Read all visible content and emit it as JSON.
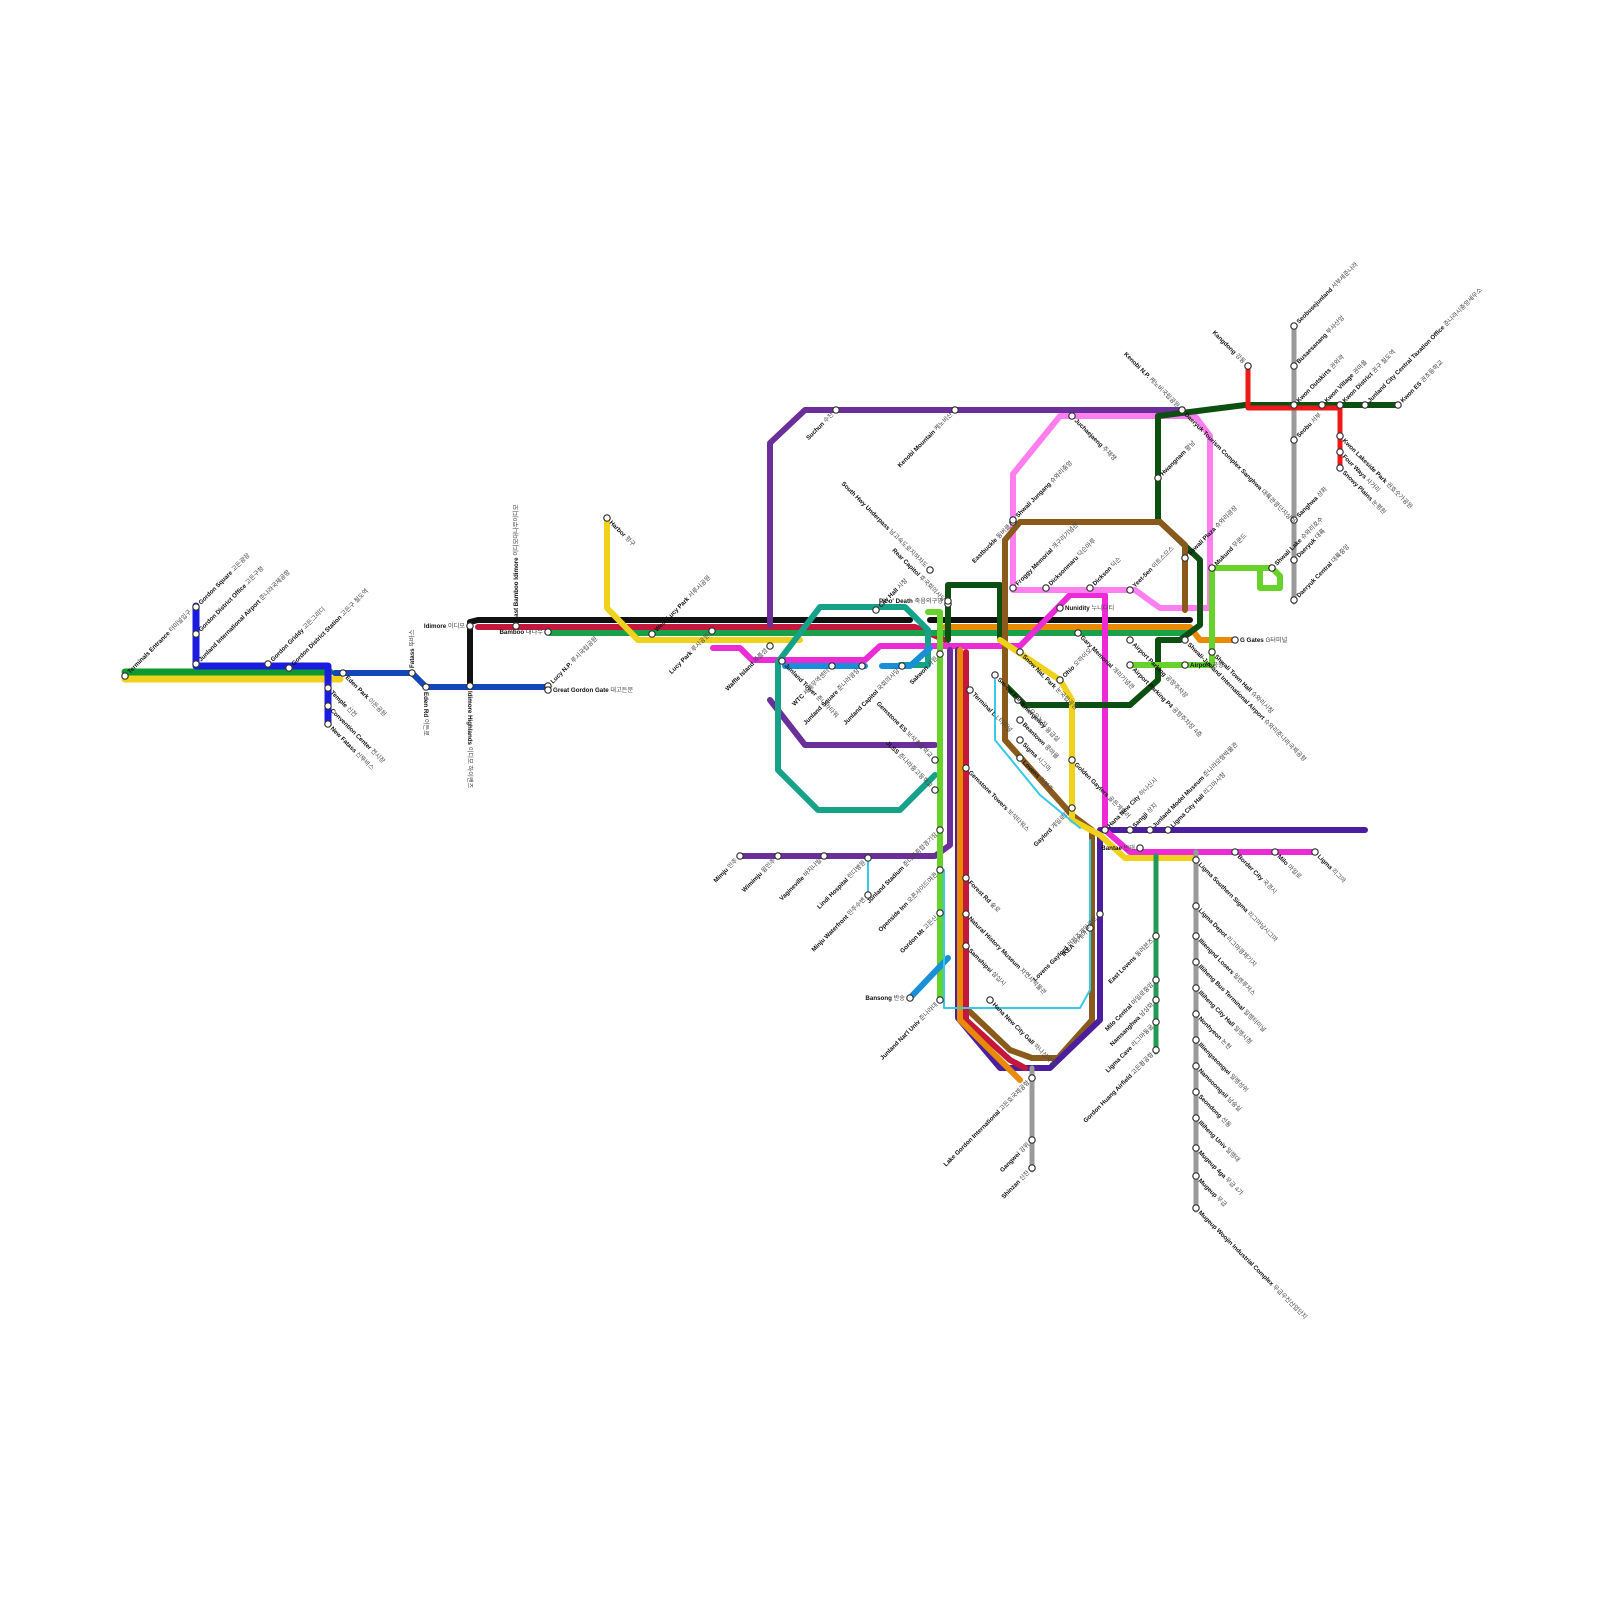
{
  "lines": [
    {
      "id": "gordon-green",
      "color": "#0b9a2f"
    },
    {
      "id": "gordon-yellow",
      "color": "#f0d21c"
    },
    {
      "id": "blue-west",
      "color": "#1c1ce0"
    },
    {
      "id": "navy-west",
      "color": "#1446b8"
    },
    {
      "id": "black",
      "color": "#111111"
    },
    {
      "id": "crimson",
      "color": "#c4173c"
    },
    {
      "id": "green",
      "color": "#1aa048"
    },
    {
      "id": "yellow",
      "color": "#f0d21c"
    },
    {
      "id": "orange",
      "color": "#e98a00"
    },
    {
      "id": "magenta",
      "color": "#ec2bd6"
    },
    {
      "id": "purple",
      "color": "#6a2f99"
    },
    {
      "id": "teal",
      "color": "#16a189"
    },
    {
      "id": "pink",
      "color": "#ff7ef0"
    },
    {
      "id": "darkgreen",
      "color": "#0d4f10"
    },
    {
      "id": "brown",
      "color": "#8a5a1c"
    },
    {
      "id": "lime",
      "color": "#66d22a"
    },
    {
      "id": "indigo",
      "color": "#4b1ea0"
    },
    {
      "id": "gray",
      "color": "#9a9a9a"
    },
    {
      "id": "red",
      "color": "#ec1a1a"
    },
    {
      "id": "skyblue",
      "color": "#1a8fd8"
    },
    {
      "id": "cyan",
      "color": "#38c8e8"
    },
    {
      "id": "seagreen",
      "color": "#229955"
    }
  ],
  "stations": [
    {
      "en": "Terminals Entrance",
      "ko": "터미널입구"
    },
    {
      "en": "Gordon Square",
      "ko": "고든광장"
    },
    {
      "en": "Gordon District Office",
      "ko": "고든구청"
    },
    {
      "en": "Junland International Airport",
      "ko": "준나라국제공항"
    },
    {
      "en": "Gordon Griddy",
      "ko": "고든그리디"
    },
    {
      "en": "Gordon District Station",
      "ko": "고든구 철도역"
    },
    {
      "en": "Temple",
      "ko": "신전"
    },
    {
      "en": "Convention Center",
      "ko": "전시장"
    },
    {
      "en": "New Fatass",
      "ko": "신뚜바스"
    },
    {
      "en": "Eden Park",
      "ko": "이든공원"
    },
    {
      "en": "Fatass",
      "ko": "뚜바스"
    },
    {
      "en": "Eden Rd",
      "ko": "이든로"
    },
    {
      "en": "Idimore",
      "ko": "이디모"
    },
    {
      "en": "Idimore Highlands",
      "ko": "이디모 하이랜즈"
    },
    {
      "en": "East Bamboo Idimore",
      "ko": "이디모대나무이디모"
    },
    {
      "en": "Bamboo",
      "ko": "대나무"
    },
    {
      "en": "Lucy N.P.",
      "ko": "루시국립공원"
    },
    {
      "en": "Great Gordon Gate",
      "ko": "대고든문"
    },
    {
      "en": "Harbor",
      "ko": "항구"
    },
    {
      "en": "West Lucy Park",
      "ko": "서루시공원"
    },
    {
      "en": "Lucy Park",
      "ko": "루시공원"
    },
    {
      "en": "Waffle Island",
      "ko": "와플섬"
    },
    {
      "en": "Junland Tower",
      "ko": "준나라타워"
    },
    {
      "en": "WTC",
      "ko": "세계무역센터"
    },
    {
      "en": "Junland Square",
      "ko": "준나라광장"
    },
    {
      "en": "Junland Capitol",
      "ko": "국회의사당"
    },
    {
      "en": "Sakwon",
      "ko": "사원"
    },
    {
      "en": "City Hall",
      "ko": "시청"
    },
    {
      "en": "Suchun",
      "ko": "수천"
    },
    {
      "en": "Kenobi Mountain",
      "ko": "케노비산"
    },
    {
      "en": "South Hwy Underpass",
      "ko": "남고속도로지하차도"
    },
    {
      "en": "Rear Capitol",
      "ko": "후국회의사당"
    },
    {
      "en": "Pit o' Death",
      "ko": "죽음의구덩"
    },
    {
      "en": "Eastbuckle",
      "ko": "동버클"
    },
    {
      "en": "Shwali Jungang",
      "ko": "슈와리중앙"
    },
    {
      "en": "Juchaejaeng",
      "ko": "주채쟁"
    },
    {
      "en": "Kenobi N.P.",
      "ko": "케노비국립공원"
    },
    {
      "en": "Daeryuk Tourism Complex Sanghwa",
      "ko": "대륙관광단지상화"
    },
    {
      "en": "Hwangnam",
      "ko": "황남"
    },
    {
      "en": "Froggy Memorial",
      "ko": "개구리기념관"
    },
    {
      "en": "Dicksonmaru",
      "ko": "딕슨마루"
    },
    {
      "en": "Dickson",
      "ko": "딕슨"
    },
    {
      "en": "Yeet-5en",
      "ko": "이트스므스"
    },
    {
      "en": "Shwali Plaza",
      "ko": "슈와리광장"
    },
    {
      "en": "Mukund",
      "ko": "무쿤드"
    },
    {
      "en": "Nunidity",
      "ko": "누니디티"
    },
    {
      "en": "Kangdong",
      "ko": "강동"
    },
    {
      "en": "Seobusejunland",
      "ko": "서부세준나라"
    },
    {
      "en": "Busaesanang",
      "ko": "부사산앙"
    },
    {
      "en": "Kwon Outskirts",
      "ko": "권외곽"
    },
    {
      "en": "Kwon Village",
      "ko": "권마을"
    },
    {
      "en": "Kwon District",
      "ko": "권구 철도역"
    },
    {
      "en": "Junland City Central Taxation Office",
      "ko": "준나라시중앙세무소"
    },
    {
      "en": "Kwon ES",
      "ko": "권초등학교"
    },
    {
      "en": "Seobu",
      "ko": "서부"
    },
    {
      "en": "Kwon Lakeside Park",
      "ko": "권호숫가공원"
    },
    {
      "en": "Four Ways",
      "ko": "사거리"
    },
    {
      "en": "Snowy Plains",
      "ko": "눈평원"
    },
    {
      "en": "Shwali Lake",
      "ko": "슈와리호수"
    },
    {
      "en": "Sanghwa",
      "ko": "상화"
    },
    {
      "en": "Daeryuk",
      "ko": "대륙"
    },
    {
      "en": "Daeryuk Central",
      "ko": "대륙중앙"
    },
    {
      "en": "G Gates",
      "ko": "G터미널"
    },
    {
      "en": "Shwali Town Hall",
      "ko": "슈와리시청"
    },
    {
      "en": "Shwali-Junland International Airport",
      "ko": "슈와리준나라국제공항"
    },
    {
      "en": "Airport Parking P4",
      "ko": "공항주차장 4층"
    },
    {
      "en": "Airport",
      "ko": "공항"
    },
    {
      "en": "Airport Parking",
      "ko": "공항주차장"
    },
    {
      "en": "Gary Memorial",
      "ko": "개리기념관"
    },
    {
      "en": "Ohio",
      "ko": "오하이오"
    },
    {
      "en": "Snow Nat. Park",
      "ko": "눈국립공원"
    },
    {
      "en": "Sm-ow Farm",
      "ko": "스모우농장"
    },
    {
      "en": "Terminal L",
      "ko": "L터미널"
    },
    {
      "en": "Emergency",
      "ko": "응급실"
    },
    {
      "en": "Beantown",
      "ko": "콩마을"
    },
    {
      "en": "Sigma",
      "ko": "시그마"
    },
    {
      "en": "Lovens",
      "ko": "러븐즈"
    },
    {
      "en": "Golden Gaylers",
      "ko": "골든게일러"
    },
    {
      "en": "Gaylord",
      "ko": "게일로드"
    },
    {
      "en": "Hana New City",
      "ko": "하나신시"
    },
    {
      "en": "Sangji",
      "ko": "상지"
    },
    {
      "en": "Junland Model Museum",
      "ko": "준나라모형박물관"
    },
    {
      "en": "Ligma City Hall",
      "ko": "리그마시청"
    },
    {
      "en": "Bantae",
      "ko": "반태"
    },
    {
      "en": "Border City",
      "ko": "국경시"
    },
    {
      "en": "Milo",
      "ko": "마일로"
    },
    {
      "en": "Ligma",
      "ko": "리그마"
    },
    {
      "en": "Ligma Southern Sigma",
      "ko": "리그마남시그마"
    },
    {
      "en": "Ligma Depot",
      "ko": "리그마광체기지"
    },
    {
      "en": "Illiengnd Losers",
      "ko": "일렌루저스"
    },
    {
      "en": "Illiheng Bus Terminal",
      "ko": "일렝터미널"
    },
    {
      "en": "Illiheng City Hall",
      "ko": "일렝시청"
    },
    {
      "en": "Nonhyeon",
      "ko": "논현"
    },
    {
      "en": "Illiengseongwi",
      "ko": "일렝성위"
    },
    {
      "en": "Namsoongsil",
      "ko": "남숭실"
    },
    {
      "en": "Seondong",
      "ko": "선동"
    },
    {
      "en": "Illiheng Univ",
      "ko": "일렝대"
    },
    {
      "en": "Mugeup 4ga",
      "ko": "무급 4가"
    },
    {
      "en": "Mugeup",
      "ko": "무급"
    },
    {
      "en": "Mugeup Woojin Industrial Complex",
      "ko": "무급우진산업단지"
    },
    {
      "en": "Mimju",
      "ko": "민주"
    },
    {
      "en": "Wimimju",
      "ko": "윔민주"
    },
    {
      "en": "Vagineville",
      "ko": "바지나빌"
    },
    {
      "en": "Lindi Hospital",
      "ko": "린디병원"
    },
    {
      "en": "Minju Waterfront",
      "ko": "민주수변"
    },
    {
      "en": "Openside Inn",
      "ko": "오픈사이드여관"
    },
    {
      "en": "Gordon Mt",
      "ko": "고든산"
    },
    {
      "en": "Bansong",
      "ko": "반송"
    },
    {
      "en": "Junland Nat'l Univ",
      "ko": "준나라대"
    },
    {
      "en": "Gemstone ES",
      "ko": "보석초등학교"
    },
    {
      "en": "JLSS",
      "ko": "준나라중고등학교"
    },
    {
      "en": "Gemstone Towers",
      "ko": "보석타워스"
    },
    {
      "en": "Junland Stadium",
      "ko": "준나라종합경기장"
    },
    {
      "en": "Forest Rd",
      "ko": "숲로"
    },
    {
      "en": "Natural History Museum",
      "ko": "자연사박물관"
    },
    {
      "en": "Samshipsi",
      "ko": "삼십시"
    },
    {
      "en": "Hana New City Gall",
      "ko": "하나신시갤"
    },
    {
      "en": "IKEA",
      "ko": "이케아"
    },
    {
      "en": "Lovens Gaylord",
      "ko": "러븐즈게일로드"
    },
    {
      "en": "East Lovens",
      "ko": "동러븐즈"
    },
    {
      "en": "Milo Central",
      "ko": "마일로중앙"
    },
    {
      "en": "Namsanghwa",
      "ko": "남상화"
    },
    {
      "en": "Ligma Cave",
      "ko": "리그마동굴"
    },
    {
      "en": "Gordon Huang Airfield",
      "ko": "고든황공항"
    },
    {
      "en": "Lake Gordon International",
      "ko": "고든호국제공항"
    },
    {
      "en": "Gangwei",
      "ko": "강위"
    },
    {
      "en": "Shinzan",
      "ko": "신잔"
    }
  ]
}
